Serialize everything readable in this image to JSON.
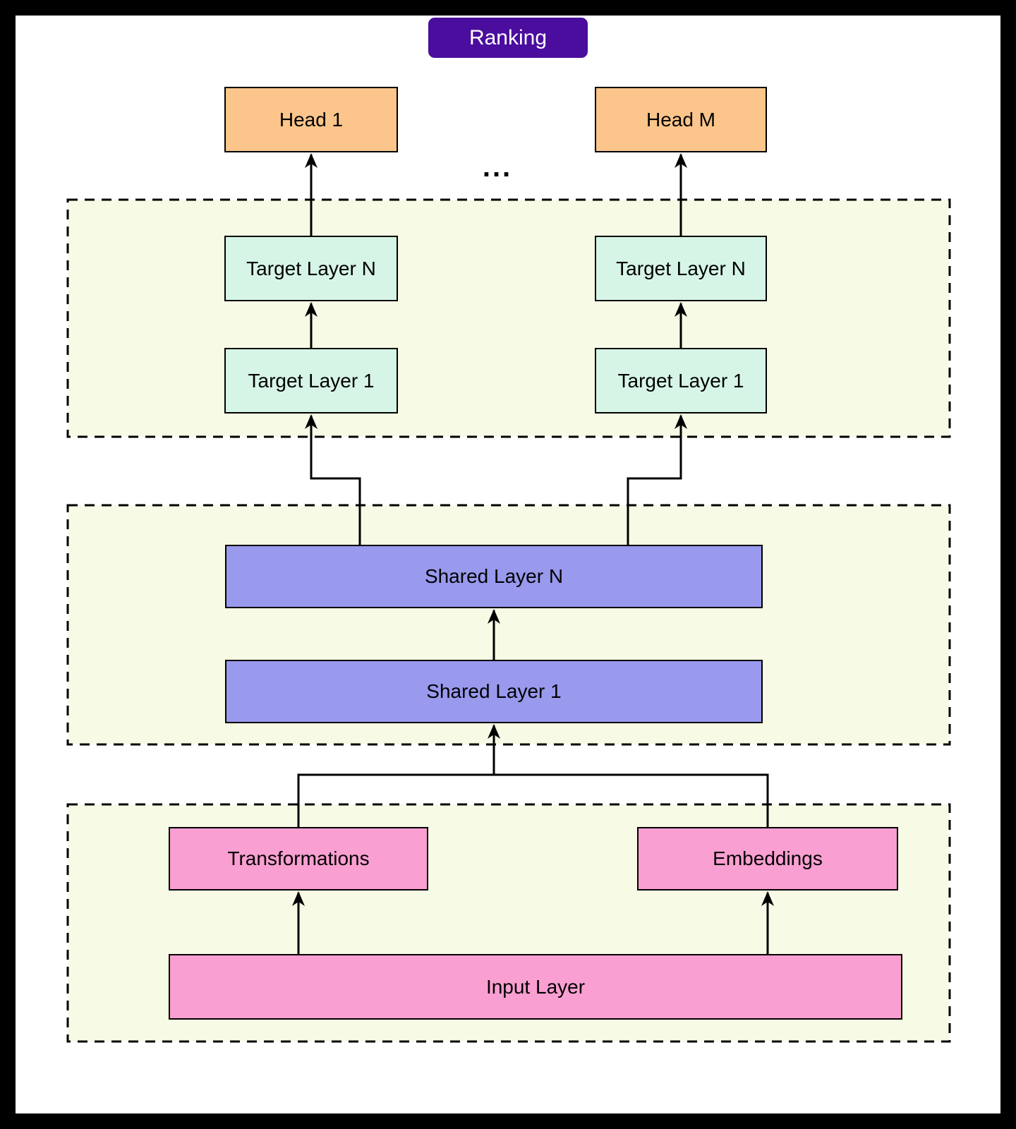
{
  "diagram": {
    "badge": "Ranking",
    "ellipsis": "...",
    "nodes": {
      "head_1": "Head 1",
      "head_m": "Head M",
      "target_layer_n_left": "Target Layer N",
      "target_layer_1_left": "Target Layer 1",
      "target_layer_n_right": "Target Layer N",
      "target_layer_1_right": "Target Layer 1",
      "shared_layer_n": "Shared Layer N",
      "shared_layer_1": "Shared Layer 1",
      "transformations": "Transformations",
      "embeddings": "Embeddings",
      "input_layer": "Input Layer"
    },
    "colors": {
      "badge_bg": "#4A0D9E",
      "badge_text": "#FFFFFF",
      "head_fill": "#FBC58B",
      "target_fill": "#D6F5E7",
      "shared_fill": "#9999EE",
      "input_fill": "#FA9FD1",
      "region_fill": "#F7FAE5",
      "line": "#000000",
      "frame": "#000000",
      "canvas_bg": "#FFFFFF"
    }
  }
}
